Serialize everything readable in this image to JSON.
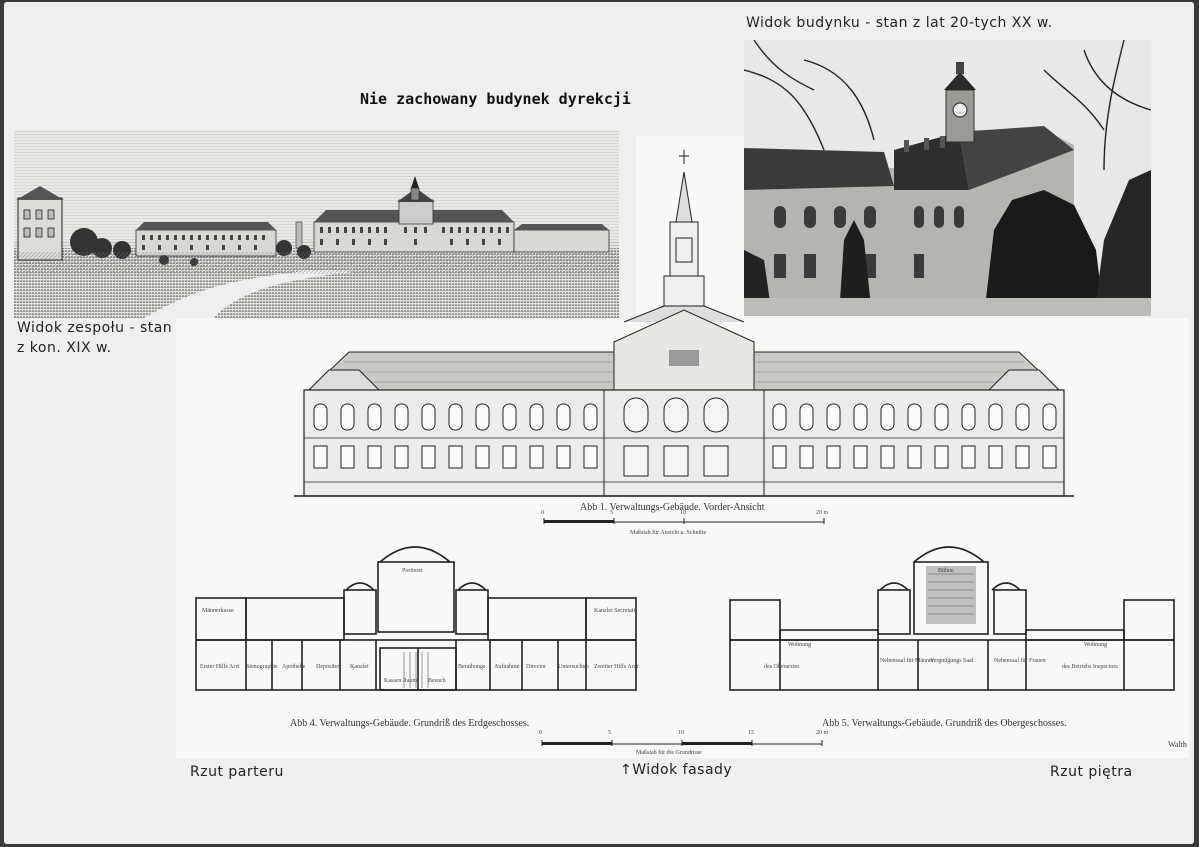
{
  "labels": {
    "title_typed": "Nie zachowany budynek dyrekcji",
    "photo_caption": "Widok budynku - stan z lat 20-tych XX w.",
    "engraving_caption_line1": "Widok zespołu - stan",
    "engraving_caption_line2": "z kon. XIX w.",
    "facade_caption": "Abb 1. Verwaltungs-Gebäude. Vorder-Ansicht",
    "facade_scale": "Maßstab für Ansicht u. Schnitte",
    "plan_ground_caption": "Abb 4. Verwaltungs-Gebäude. Grundriß des Erdgeschosses.",
    "plan_upper_caption": "Abb 5. Verwaltungs-Gebäude. Grundriß des Obergeschosses.",
    "plan_scale": "Maßstab für die Grundrisse",
    "signature": "Walth",
    "rzut_parteru": "Rzut parteru",
    "widok_fasady": "Widok fasady",
    "rzut_pietra": "Rzut piętra"
  },
  "scale_ticks": [
    "0",
    "5",
    "10",
    "15",
    "20 m"
  ],
  "facade_ticks": [
    "0",
    "5",
    "10",
    "20 m"
  ],
  "ground_rooms": [
    "Männerkasse",
    "Kanzlei Secretair",
    "Erster Hilfs Arzt",
    "Stenographie",
    "Apotheke",
    "Depositen",
    "Kanzlei",
    "Kassen Raum",
    "Besuch",
    "Berathungs",
    "Aufnahme",
    "Director",
    "Untersuchun",
    "Zweiter Hilfs Arzt",
    "Portierei"
  ],
  "upper_rooms": [
    "Wohnung",
    "des Oberarztes",
    "Nebensaal für Männer",
    "Vergnügungs Saal",
    "Nebensaal für Frauen",
    "Wohnung",
    "des Betriebs Inspectors",
    "Bühne"
  ]
}
